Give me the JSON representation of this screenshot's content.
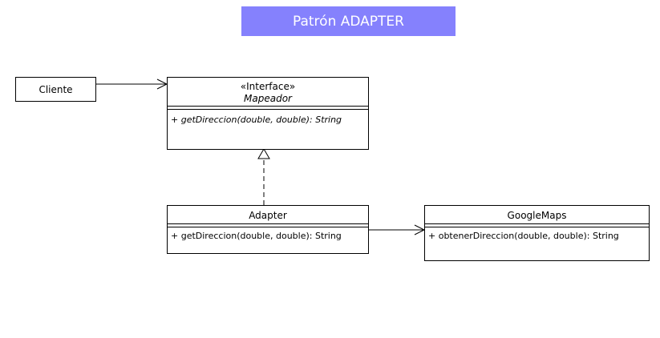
{
  "title": "Patrón ADAPTER",
  "colors": {
    "title_bg": "#8581fd",
    "title_text": "#ffffff",
    "stroke": "#000000"
  },
  "cliente": {
    "label": "Cliente"
  },
  "interface": {
    "stereotype": "«Interface»",
    "name": "Mapeador",
    "method": "+ getDireccion(double, double): String"
  },
  "adapter": {
    "name": "Adapter",
    "method": "+ getDireccion(double, double): String"
  },
  "googlemaps": {
    "name": "GoogleMaps",
    "method": "+ obtenerDireccion(double, double): String"
  }
}
